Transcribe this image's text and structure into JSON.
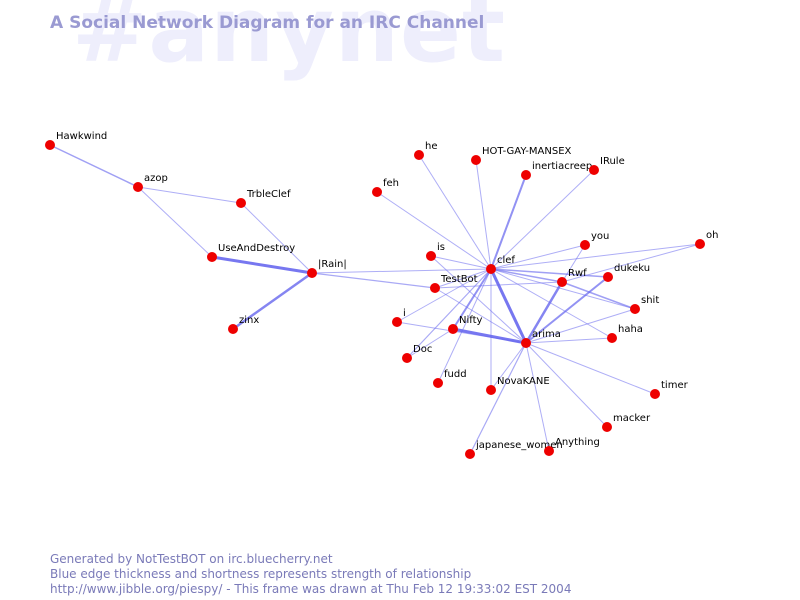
{
  "watermark": "#anynet",
  "title": "A Social Network Diagram for an IRC Channel",
  "footer": {
    "line1": "Generated by NotTestBOT on irc.bluecherry.net",
    "line2": "Blue edge thickness and shortness represents strength of relationship",
    "line3": "http://www.jibble.org/piespy/ - This frame was drawn at Thu Feb 12 19:33:02 EST 2004"
  },
  "colors": {
    "node": "#ee0000",
    "edge": "#6666ee",
    "title": "#9a9ad2",
    "watermark": "#eeeefc",
    "footer": "#7a7ab8"
  },
  "nodes": [
    {
      "id": "Hawkwind",
      "label": "Hawkwind"
    },
    {
      "id": "azop",
      "label": "azop"
    },
    {
      "id": "TrbleClef",
      "label": "TrbleClef"
    },
    {
      "id": "UseAndDestroy",
      "label": "UseAndDestroy"
    },
    {
      "id": "Rain",
      "label": "|Rain|"
    },
    {
      "id": "zinx",
      "label": "zinx"
    },
    {
      "id": "he",
      "label": "he"
    },
    {
      "id": "HOT-GAY-MANSEX",
      "label": "HOT-GAY-MANSEX"
    },
    {
      "id": "inertiacreep",
      "label": "inertiacreep"
    },
    {
      "id": "IRule",
      "label": "IRule"
    },
    {
      "id": "feh",
      "label": "feh"
    },
    {
      "id": "you",
      "label": "you"
    },
    {
      "id": "oh",
      "label": "oh"
    },
    {
      "id": "is",
      "label": "is"
    },
    {
      "id": "clef",
      "label": "clef"
    },
    {
      "id": "TestBot",
      "label": "TestBot"
    },
    {
      "id": "Rwf",
      "label": "Rwf"
    },
    {
      "id": "dukeku",
      "label": "dukeku"
    },
    {
      "id": "shit",
      "label": "shit"
    },
    {
      "id": "i",
      "label": "i"
    },
    {
      "id": "Nifty",
      "label": "Nifty"
    },
    {
      "id": "arima",
      "label": "arima"
    },
    {
      "id": "haha",
      "label": "haha"
    },
    {
      "id": "Doc",
      "label": "Doc"
    },
    {
      "id": "fudd",
      "label": "fudd"
    },
    {
      "id": "NovaKANE",
      "label": "NovaKANE"
    },
    {
      "id": "timer",
      "label": "timer"
    },
    {
      "id": "macker",
      "label": "macker"
    },
    {
      "id": "japanese_women",
      "label": "japanese_women"
    },
    {
      "id": "Anything",
      "label": "Anything"
    }
  ],
  "edges": [
    {
      "source": "Hawkwind",
      "target": "azop",
      "weight": 1.5
    },
    {
      "source": "azop",
      "target": "TrbleClef",
      "weight": 1
    },
    {
      "source": "azop",
      "target": "UseAndDestroy",
      "weight": 1
    },
    {
      "source": "TrbleClef",
      "target": "Rain",
      "weight": 1
    },
    {
      "source": "UseAndDestroy",
      "target": "Rain",
      "weight": 3
    },
    {
      "source": "zinx",
      "target": "Rain",
      "weight": 2.5
    },
    {
      "source": "Rain",
      "target": "clef",
      "weight": 1
    },
    {
      "source": "Rain",
      "target": "TestBot",
      "weight": 1.2
    },
    {
      "source": "he",
      "target": "clef",
      "weight": 1
    },
    {
      "source": "HOT-GAY-MANSEX",
      "target": "clef",
      "weight": 1
    },
    {
      "source": "inertiacreep",
      "target": "clef",
      "weight": 2
    },
    {
      "source": "IRule",
      "target": "clef",
      "weight": 1
    },
    {
      "source": "feh",
      "target": "clef",
      "weight": 1
    },
    {
      "source": "is",
      "target": "clef",
      "weight": 1
    },
    {
      "source": "you",
      "target": "clef",
      "weight": 1
    },
    {
      "source": "oh",
      "target": "clef",
      "weight": 1
    },
    {
      "source": "oh",
      "target": "Rwf",
      "weight": 1
    },
    {
      "source": "TestBot",
      "target": "clef",
      "weight": 1
    },
    {
      "source": "TestBot",
      "target": "arima",
      "weight": 1
    },
    {
      "source": "clef",
      "target": "Rwf",
      "weight": 1.5
    },
    {
      "source": "clef",
      "target": "dukeku",
      "weight": 1.5
    },
    {
      "source": "clef",
      "target": "shit",
      "weight": 1
    },
    {
      "source": "clef",
      "target": "haha",
      "weight": 1
    },
    {
      "source": "clef",
      "target": "Nifty",
      "weight": 2
    },
    {
      "source": "clef",
      "target": "arima",
      "weight": 3
    },
    {
      "source": "clef",
      "target": "i",
      "weight": 1
    },
    {
      "source": "clef",
      "target": "Doc",
      "weight": 1.2
    },
    {
      "source": "clef",
      "target": "fudd",
      "weight": 1
    },
    {
      "source": "clef",
      "target": "NovaKANE",
      "weight": 1
    },
    {
      "source": "TestBot",
      "target": "Rwf",
      "weight": 1
    },
    {
      "source": "Rwf",
      "target": "you",
      "weight": 1
    },
    {
      "source": "Rwf",
      "target": "shit",
      "weight": 1.5
    },
    {
      "source": "Rwf",
      "target": "arima",
      "weight": 2.5
    },
    {
      "source": "dukeku",
      "target": "arima",
      "weight": 2
    },
    {
      "source": "arima",
      "target": "shit",
      "weight": 1
    },
    {
      "source": "arima",
      "target": "haha",
      "weight": 1
    },
    {
      "source": "arima",
      "target": "Nifty",
      "weight": 3
    },
    {
      "source": "arima",
      "target": "i",
      "weight": 1
    },
    {
      "source": "arima",
      "target": "NovaKANE",
      "weight": 1
    },
    {
      "source": "arima",
      "target": "timer",
      "weight": 1
    },
    {
      "source": "arima",
      "target": "macker",
      "weight": 1
    },
    {
      "source": "arima",
      "target": "japanese_women",
      "weight": 1.2
    },
    {
      "source": "arima",
      "target": "Anything",
      "weight": 1
    },
    {
      "source": "arima",
      "target": "is",
      "weight": 1
    },
    {
      "source": "Nifty",
      "target": "Doc",
      "weight": 1
    }
  ]
}
